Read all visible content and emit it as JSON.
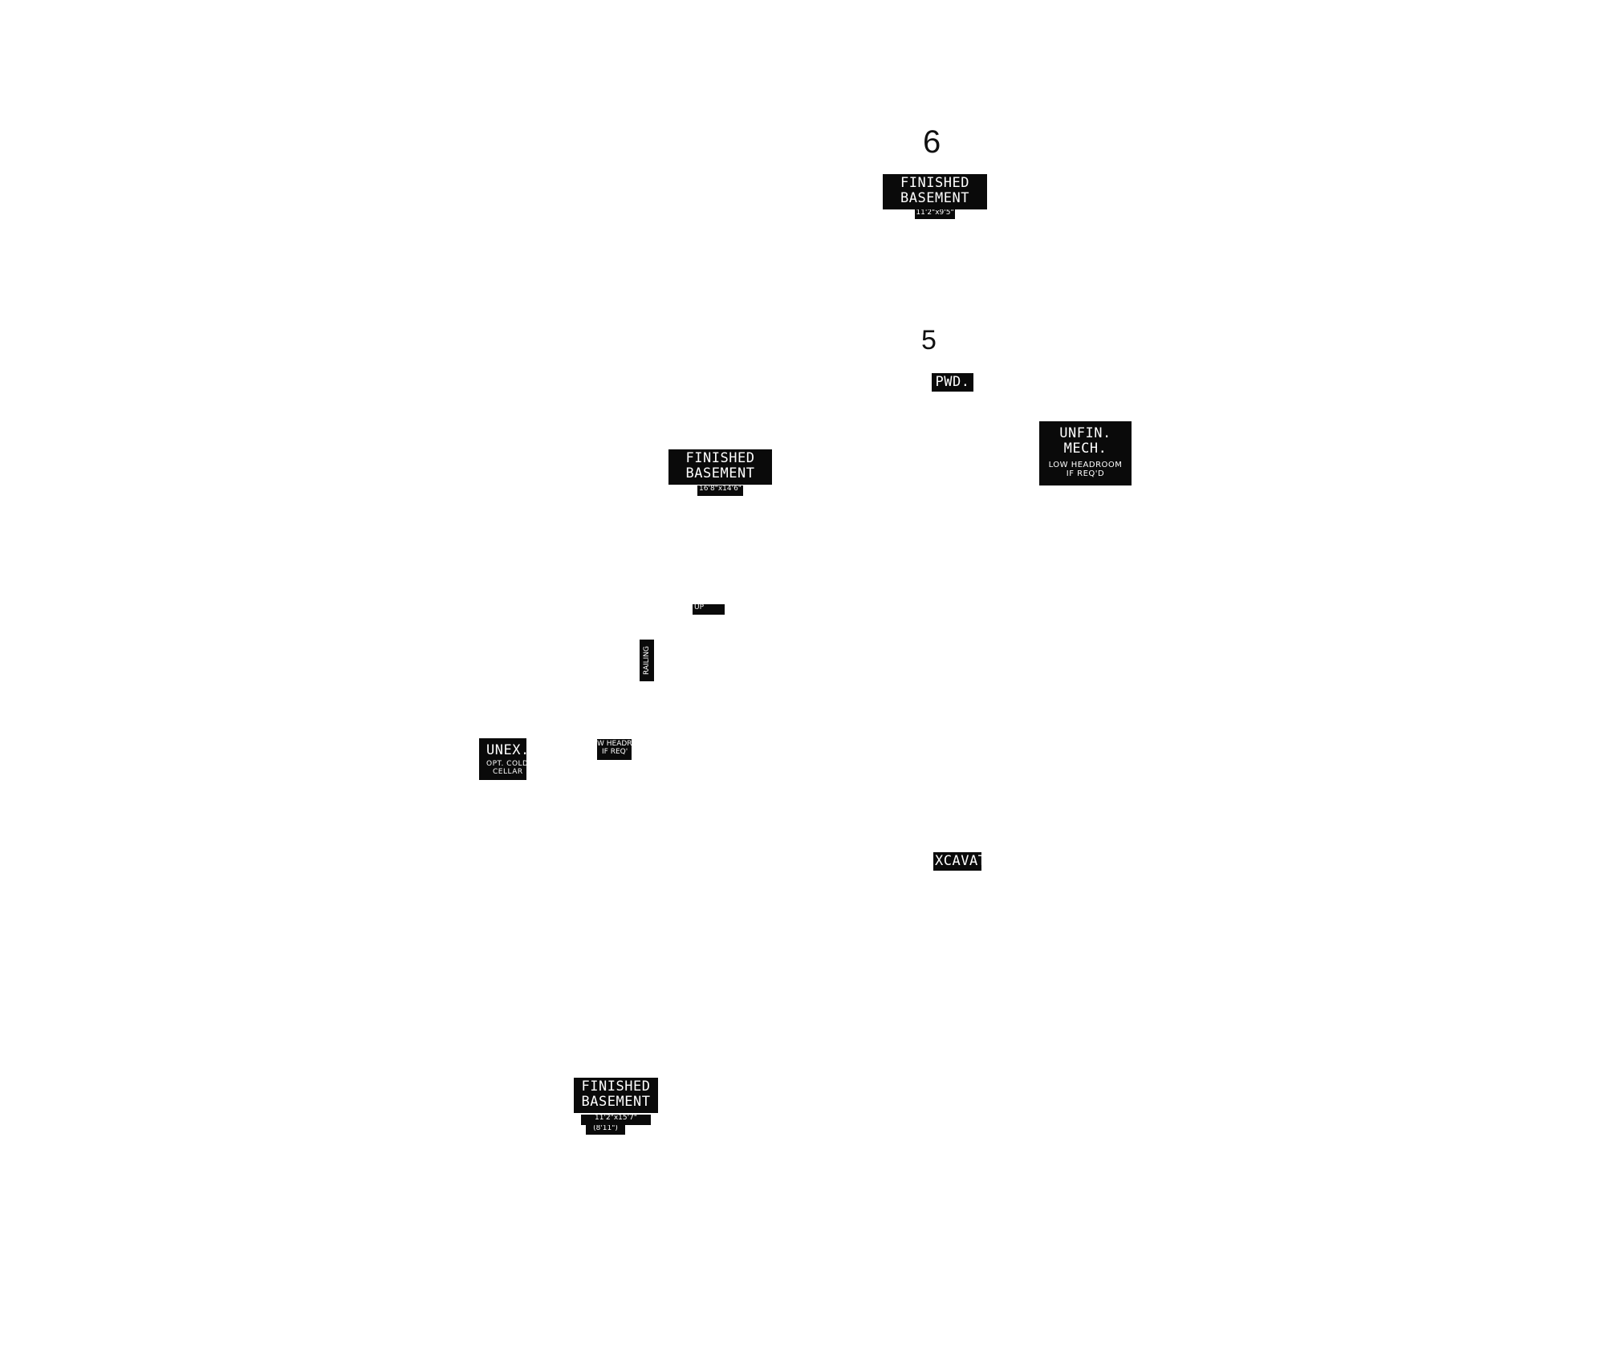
{
  "rooms": {
    "room_top": {
      "number": "6",
      "name_line1": "FINISHED",
      "name_line2": "BASEMENT",
      "dims": "11'2\"x9'5\""
    },
    "room_mid": {
      "name_line1": "FINISHED",
      "name_line2": "BASEMENT",
      "dims": "16'8\"x14'6\""
    },
    "room_bottom": {
      "name_line1": "FINISHED",
      "name_line2": "BASEMENT",
      "dims_line1": "11'2\"x15'7\"",
      "dims_line2": "(8'11\")"
    },
    "pwd": {
      "number": "5",
      "name": "PWD."
    },
    "mech": {
      "name_line1": "UNFIN.",
      "name_line2": "MECH.",
      "note_line1": "LOW HEADROOM",
      "note_line2": "IF REQ'D"
    },
    "unex": {
      "name": "UNEX.",
      "note_line1": "OPT. COLD",
      "note_line2": "CELLAR"
    },
    "headroom": {
      "line1": "W HEADR",
      "line2": "IF REQ'"
    }
  },
  "annotations": {
    "stair": "UP",
    "railing": "RAILING",
    "excavation": "XCAVAT"
  }
}
